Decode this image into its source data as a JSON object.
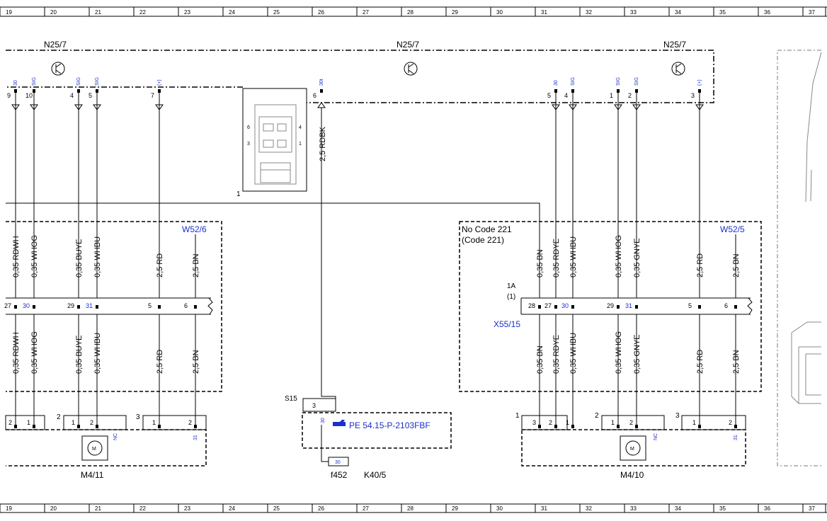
{
  "ruler_numbers": [
    "19",
    "20",
    "21",
    "22",
    "23",
    "24",
    "25",
    "26",
    "27",
    "28",
    "29",
    "30",
    "31",
    "32",
    "33",
    "34",
    "35",
    "36",
    "37"
  ],
  "components": {
    "n25_7_left": "N25/7",
    "n25_7_mid": "N25/7",
    "n25_7_right": "N25/7",
    "w52_6": "W52/6",
    "w52_5": "W52/5",
    "x55_15": "X55/15",
    "m4_11": "M4/11",
    "m4_10": "M4/10",
    "s15": "S15",
    "f452": "f452",
    "k40_5": "K40/5",
    "no_code": "No Code 221",
    "code": "(Code 221)",
    "connector_1a": "1A",
    "connector_1a_alt": "(1)",
    "reference": "PE 54.15-P-2103FBF"
  },
  "wires_top": [
    "0,35 RDWH",
    "0,35 WHOG",
    "0,35 BUYE",
    "0,35 WHBU",
    "2,5 RD",
    "2,5 BN",
    "0,35 BN",
    "0,35 RDYE",
    "0,35 WHBU",
    "0,35 WHOG",
    "0,35 GNYE",
    "2,5 RD",
    "2,5 BN"
  ],
  "wires_bottom": [
    "0,35 RDWH",
    "0,35 WHOG",
    "0,35 BUYE",
    "0,35 WHBU",
    "2,5 RD",
    "2,5 BN",
    "0,35 BN",
    "0,35 RDYE",
    "0,35 WHBU",
    "0,35 WHOG",
    "0,35 GNYE",
    "2,5 RD",
    "2,5 BN"
  ],
  "center_wire": "2,5 RDBK",
  "signals": {
    "s30": "30",
    "sig": "SIG",
    "plus": "(+)",
    "s30t": "30t",
    "s31": "31",
    "nc": "NC"
  }
}
